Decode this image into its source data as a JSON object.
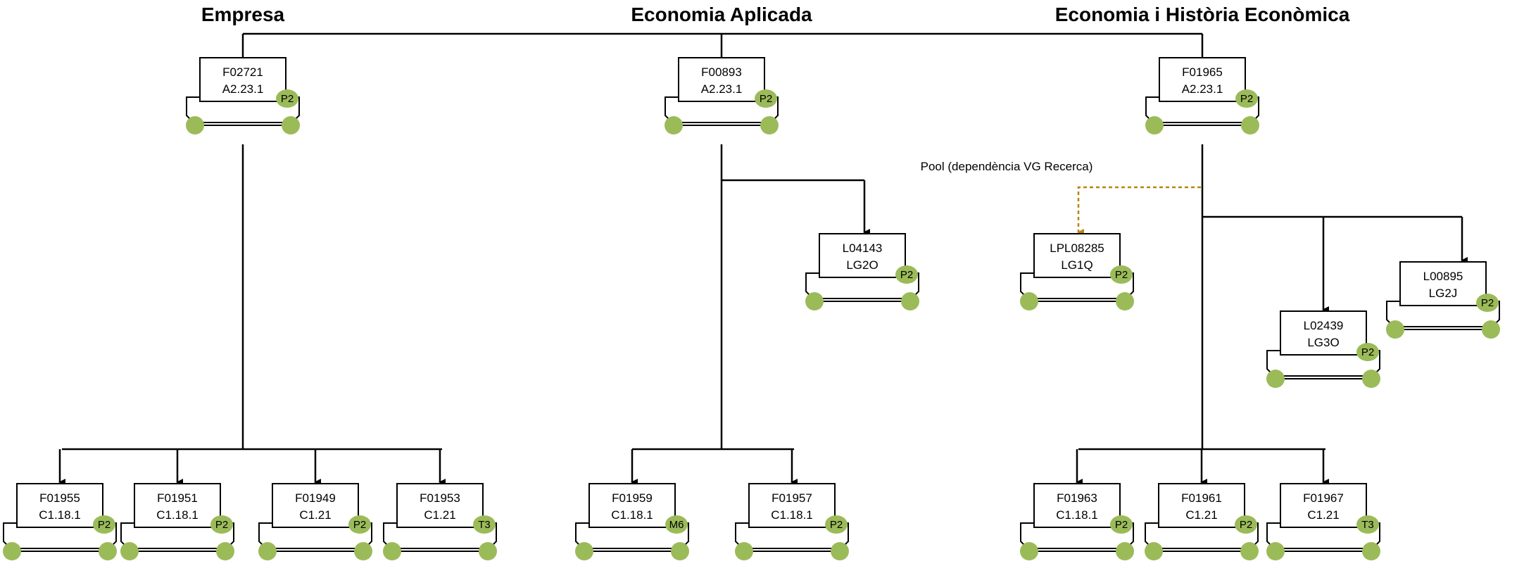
{
  "departments": [
    {
      "id": "empresa",
      "title": "Empresa"
    },
    {
      "id": "economia-aplicada",
      "title": "Economia Aplicada"
    },
    {
      "id": "economia-historia",
      "title": "Economia i Història Econòmica"
    }
  ],
  "nodes": [
    {
      "id": "F02721",
      "code": "F02721",
      "category": "A2.23.1",
      "level": "P2"
    },
    {
      "id": "F00893",
      "code": "F00893",
      "category": "A2.23.1",
      "level": "P2"
    },
    {
      "id": "F01965",
      "code": "F01965",
      "category": "A2.23.1",
      "level": "P2"
    },
    {
      "id": "L04143",
      "code": "L04143",
      "category": "LG2O",
      "level": "P2"
    },
    {
      "id": "LPL08285",
      "code": "LPL08285",
      "category": "LG1Q",
      "level": "P2"
    },
    {
      "id": "L02439",
      "code": "L02439",
      "category": "LG3O",
      "level": "P2"
    },
    {
      "id": "L00895",
      "code": "L00895",
      "category": "LG2J",
      "level": "P2"
    },
    {
      "id": "F01955",
      "code": "F01955",
      "category": "C1.18.1",
      "level": "P2"
    },
    {
      "id": "F01951",
      "code": "F01951",
      "category": "C1.18.1",
      "level": "P2"
    },
    {
      "id": "F01949",
      "code": "F01949",
      "category": "C1.21",
      "level": "P2"
    },
    {
      "id": "F01953",
      "code": "F01953",
      "category": "C1.21",
      "level": "T3"
    },
    {
      "id": "F01959",
      "code": "F01959",
      "category": "C1.18.1",
      "level": "M6"
    },
    {
      "id": "F01957",
      "code": "F01957",
      "category": "C1.18.1",
      "level": "P2"
    },
    {
      "id": "F01963",
      "code": "F01963",
      "category": "C1.18.1",
      "level": "P2"
    },
    {
      "id": "F01961",
      "code": "F01961",
      "category": "C1.21",
      "level": "P2"
    },
    {
      "id": "F01967",
      "code": "F01967",
      "category": "C1.21",
      "level": "T3"
    }
  ],
  "edges": [
    {
      "from": "F02721",
      "to": "F01955"
    },
    {
      "from": "F02721",
      "to": "F01951"
    },
    {
      "from": "F02721",
      "to": "F01949"
    },
    {
      "from": "F02721",
      "to": "F01953"
    },
    {
      "from": "F00893",
      "to": "L04143"
    },
    {
      "from": "F00893",
      "to": "F01959"
    },
    {
      "from": "F00893",
      "to": "F01957"
    },
    {
      "from": "F01965",
      "to": "L02439"
    },
    {
      "from": "F01965",
      "to": "L00895"
    },
    {
      "from": "F01965",
      "to": "F01963"
    },
    {
      "from": "F01965",
      "to": "F01961"
    },
    {
      "from": "F01965",
      "to": "F01967"
    },
    {
      "from": "F01965",
      "to": "LPL08285",
      "style": "dashed",
      "label": "Pool (dependència VG Recerca)"
    }
  ],
  "colors": {
    "badge": "#9bbb59",
    "line": "#000000",
    "dashed": "#b8860b"
  }
}
